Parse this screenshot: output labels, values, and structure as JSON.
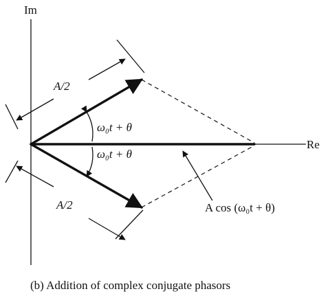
{
  "diagram": {
    "im_axis_label": "Im",
    "re_axis_label": "Re",
    "upper_magnitude_label": "A/2",
    "lower_magnitude_label": "A/2",
    "upper_angle_label": "ω₀t + θ",
    "lower_angle_label": "ω₀t + θ",
    "resultant_label": "A cos (ω₀t + θ)"
  },
  "caption": {
    "text": "(b)  Addition of complex conjugate phasors"
  }
}
